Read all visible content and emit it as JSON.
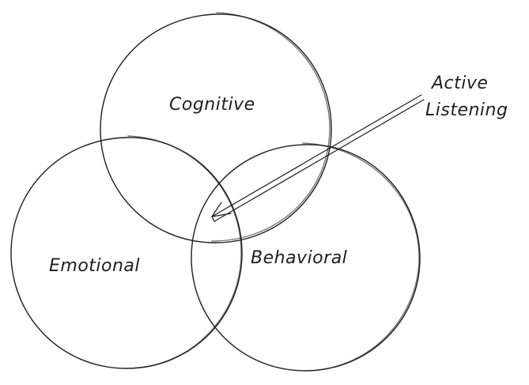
{
  "diagram": {
    "sets": [
      {
        "id": "cognitive",
        "label": "Cognitive"
      },
      {
        "id": "emotional",
        "label": "Emotional"
      },
      {
        "id": "behavioral",
        "label": "Behavioral"
      }
    ],
    "annotation": {
      "line1": "Active",
      "line2": "Listening",
      "points_to": "intersection of Cognitive, Emotional and Behavioral"
    },
    "colors": {
      "stroke": "#1e1e1e",
      "background": "#ffffff"
    }
  }
}
